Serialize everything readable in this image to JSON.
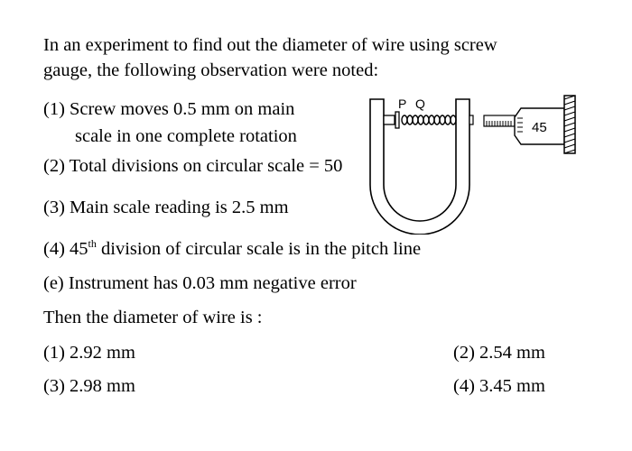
{
  "question": {
    "stem_line1": "In an experiment to find out the diameter of wire using screw",
    "stem_line2": "gauge, the following observation were noted:",
    "obs1_line1": "(1)  Screw moves 0.5 mm on main",
    "obs1_line2": "scale in one complete rotation",
    "obs2": "(2) Total divisions on circular scale = 50",
    "obs3": "(3) Main scale reading is 2.5 mm",
    "obs4_prefix": "(4) 45",
    "obs4_sup": "th",
    "obs4_suffix": " division of circular scale is in the pitch line",
    "obs5": "(e) Instrument has 0.03 mm negative error",
    "prompt": "Then the diameter of wire is :"
  },
  "options": [
    {
      "label": "(1) 2.92 mm"
    },
    {
      "label": "(2) 2.54 mm"
    },
    {
      "label": "(3)  2.98 mm"
    },
    {
      "label": "(4) 3.45 mm"
    }
  ],
  "diagram": {
    "label_p": "P",
    "label_q": "Q",
    "circular_reading": "45"
  }
}
